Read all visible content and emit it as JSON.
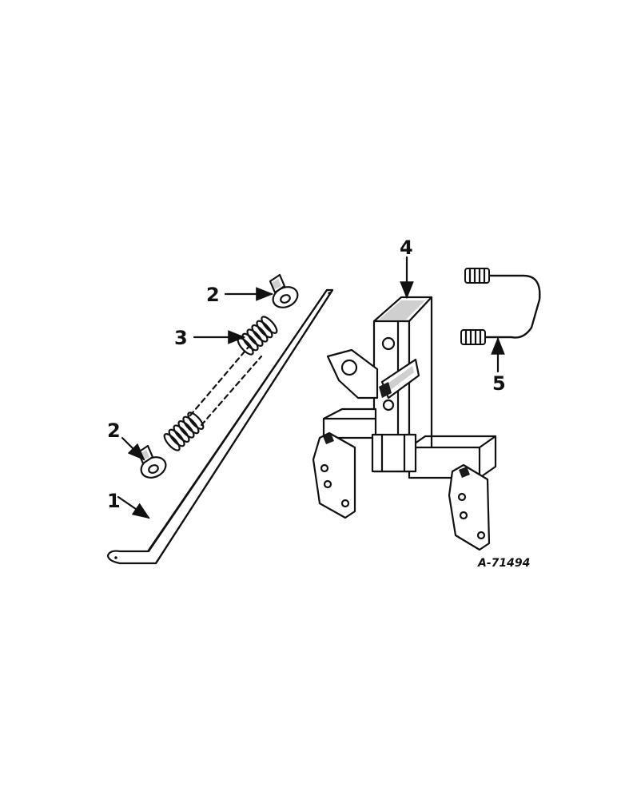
{
  "callouts": {
    "c1": "1",
    "c2a": "2",
    "c2b": "2",
    "c3": "3",
    "c4": "4",
    "c5": "5"
  },
  "figure_ref": "A-71494",
  "colors": {
    "ink": "#111111",
    "paper": "#ffffff",
    "shade": "#cfcfcf"
  }
}
